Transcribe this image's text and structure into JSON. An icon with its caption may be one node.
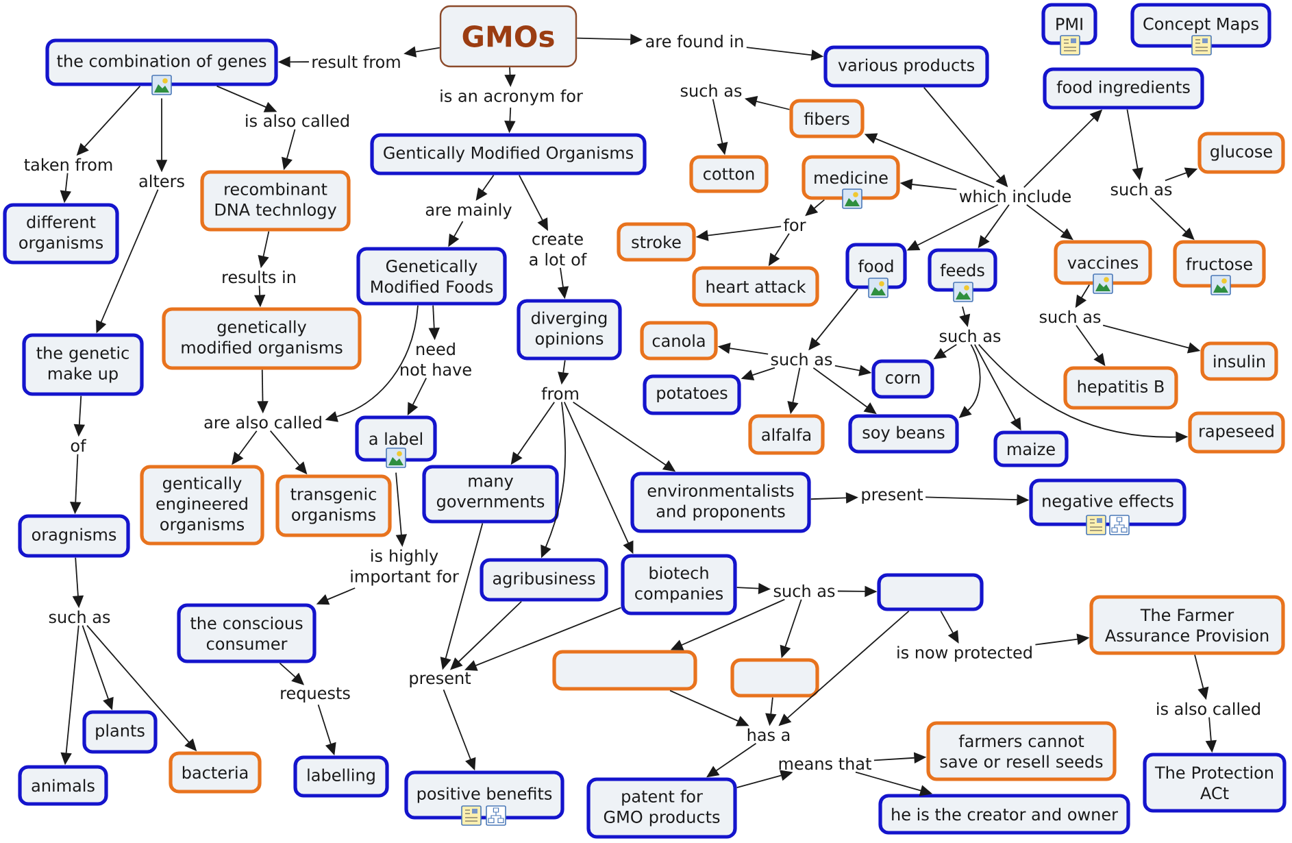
{
  "diagram": {
    "nodes": [
      {
        "text": [
          "PMI"
        ]
      },
      {
        "text": [
          "Concept Maps"
        ]
      },
      {
        "text": [
          "GMOs"
        ]
      },
      {
        "text": [
          "are found in"
        ]
      },
      {
        "text": [
          "the combination of genes"
        ]
      },
      {
        "text": [
          "result from"
        ]
      },
      {
        "text": [
          "various products"
        ]
      },
      {
        "text": [
          "food ingredients"
        ]
      },
      {
        "text": [
          "such as"
        ]
      },
      {
        "text": [
          "is an acronym for"
        ]
      },
      {
        "text": [
          "fibers"
        ]
      },
      {
        "text": [
          "is also called"
        ]
      },
      {
        "text": [
          "glucose"
        ]
      },
      {
        "text": [
          "Gentically Modified Organisms"
        ]
      },
      {
        "text": [
          "taken from"
        ]
      },
      {
        "text": [
          "cotton"
        ]
      },
      {
        "text": [
          "medicine"
        ]
      },
      {
        "text": [
          "alters"
        ]
      },
      {
        "text": [
          "such as"
        ]
      },
      {
        "text": [
          "which include"
        ]
      },
      {
        "text": [
          "recombinant DNA technlogy"
        ]
      },
      {
        "text": [
          "are mainly"
        ]
      },
      {
        "text": [
          "for"
        ]
      },
      {
        "text": [
          "different organisms"
        ]
      },
      {
        "text": [
          "stroke"
        ]
      },
      {
        "text": [
          "create a lot of"
        ]
      },
      {
        "text": [
          "vaccines"
        ]
      },
      {
        "text": [
          "fructose"
        ]
      },
      {
        "text": [
          "food"
        ]
      },
      {
        "text": [
          "feeds"
        ]
      },
      {
        "text": [
          "results in"
        ]
      },
      {
        "text": [
          "Genetically Modified Foods"
        ]
      },
      {
        "text": [
          "heart attack"
        ]
      },
      {
        "text": [
          "such as"
        ]
      },
      {
        "text": [
          "diverging opinions"
        ]
      },
      {
        "text": [
          "such as"
        ]
      },
      {
        "text": [
          "genetically modified organisms"
        ]
      },
      {
        "text": [
          "canola"
        ]
      },
      {
        "text": [
          "need not have"
        ]
      },
      {
        "text": [
          "such as"
        ]
      },
      {
        "text": [
          "insulin"
        ]
      },
      {
        "text": [
          "the genetic make up"
        ]
      },
      {
        "text": [
          "corn"
        ]
      },
      {
        "text": [
          "hepatitis B"
        ]
      },
      {
        "text": [
          "from"
        ]
      },
      {
        "text": [
          "potatoes"
        ]
      },
      {
        "text": [
          "are also called"
        ]
      },
      {
        "text": [
          "rapeseed"
        ]
      },
      {
        "text": [
          "soy beans"
        ]
      },
      {
        "text": [
          "alfalfa"
        ]
      },
      {
        "text": [
          "a label"
        ]
      },
      {
        "text": [
          "of"
        ]
      },
      {
        "text": [
          "maize"
        ]
      },
      {
        "text": [
          "many governments"
        ]
      },
      {
        "text": [
          "present"
        ]
      },
      {
        "text": [
          "negative effects"
        ]
      },
      {
        "text": [
          "environmentalists and proponents"
        ]
      },
      {
        "text": [
          "gentically engineered organisms"
        ]
      },
      {
        "text": [
          "transgenic organisms"
        ]
      },
      {
        "text": [
          "oragnisms"
        ]
      },
      {
        "text": [
          "is highly important for"
        ]
      },
      {
        "text": [
          "agribusiness"
        ]
      },
      {
        "text": [
          "biotech companies"
        ]
      },
      {
        "text": [
          "such as"
        ]
      },
      {
        "text": [],
        "shape": "box"
      },
      {
        "text": [
          "such as"
        ]
      },
      {
        "text": [
          "The Farmer Assurance Provision"
        ]
      },
      {
        "text": [
          "the conscious consumer"
        ]
      },
      {
        "text": [
          "is now protected"
        ]
      },
      {
        "text": [],
        "shape": "box"
      },
      {
        "text": [],
        "shape": "box"
      },
      {
        "text": [
          "present"
        ]
      },
      {
        "text": [
          "requests"
        ]
      },
      {
        "text": [
          "is also called"
        ]
      },
      {
        "text": [
          "plants"
        ]
      },
      {
        "text": [
          "has a"
        ]
      },
      {
        "text": [
          "farmers cannot save or resell seeds"
        ]
      },
      {
        "text": [
          "means that"
        ]
      },
      {
        "text": [
          "bacteria"
        ]
      },
      {
        "text": [
          "labelling"
        ]
      },
      {
        "text": [
          "The Protection ACt"
        ]
      },
      {
        "text": [
          "animals"
        ]
      },
      {
        "text": [
          "positive benefits"
        ]
      },
      {
        "text": [
          "patent for GMO products"
        ]
      },
      {
        "text": [
          "he is the creator and owner"
        ]
      }
    ],
    "edges": [
      {
        "from": 2,
        "to": 5,
        "arrow": "to"
      },
      {
        "from": 5,
        "to": 4,
        "arrow": "to"
      },
      {
        "from": 2,
        "to": 9,
        "arrow": "to"
      },
      {
        "from": 9,
        "to": 13,
        "arrow": "to"
      },
      {
        "from": 2,
        "to": 3,
        "arrow": "to"
      },
      {
        "from": 3,
        "to": 6,
        "arrow": "to"
      },
      {
        "from": 4,
        "to": 14,
        "arrow": "to"
      },
      {
        "from": 14,
        "to": 23,
        "arrow": "to"
      },
      {
        "from": 4,
        "to": 17,
        "arrow": "to"
      },
      {
        "from": 17,
        "to": 41,
        "arrow": "to"
      },
      {
        "from": 4,
        "to": 11,
        "arrow": "to"
      },
      {
        "from": 11,
        "to": 20,
        "arrow": "to"
      },
      {
        "from": 6,
        "to": 19,
        "arrow": "to"
      },
      {
        "from": 19,
        "to": 7,
        "arrow": "to"
      },
      {
        "from": 19,
        "to": 10,
        "arrow": "to"
      },
      {
        "from": 19,
        "to": 16,
        "arrow": "to"
      },
      {
        "from": 19,
        "to": 28,
        "arrow": "to"
      },
      {
        "from": 19,
        "to": 29,
        "arrow": "to"
      },
      {
        "from": 19,
        "to": 26,
        "arrow": "to"
      },
      {
        "from": 10,
        "to": 8,
        "arrow": "to"
      },
      {
        "from": 8,
        "to": 15,
        "arrow": "to"
      },
      {
        "from": 7,
        "to": 18,
        "arrow": "to"
      },
      {
        "from": 18,
        "to": 12,
        "arrow": "to"
      },
      {
        "from": 18,
        "to": 27,
        "arrow": "to"
      },
      {
        "from": 16,
        "to": 22,
        "arrow": "to"
      },
      {
        "from": 22,
        "to": 24,
        "arrow": "to"
      },
      {
        "from": 22,
        "to": 32,
        "arrow": "to"
      },
      {
        "from": 13,
        "to": 21,
        "arrow": "to"
      },
      {
        "from": 21,
        "to": 31,
        "arrow": "to"
      },
      {
        "from": 13,
        "to": 25,
        "arrow": "to"
      },
      {
        "from": 25,
        "to": 34,
        "arrow": "to"
      },
      {
        "from": 20,
        "to": 30,
        "arrow": "to"
      },
      {
        "from": 30,
        "to": 36,
        "arrow": "to"
      },
      {
        "from": 31,
        "to": 38,
        "arrow": "to"
      },
      {
        "from": 38,
        "to": 50,
        "arrow": "to"
      },
      {
        "from": 36,
        "to": 46,
        "arrow": "to"
      },
      {
        "from": 31,
        "to": 46,
        "arrow": "to"
      },
      {
        "from": 46,
        "to": 57,
        "arrow": "to"
      },
      {
        "from": 46,
        "to": 58,
        "arrow": "to"
      },
      {
        "from": 28,
        "to": 39,
        "arrow": "to"
      },
      {
        "from": 39,
        "to": 37,
        "arrow": "to"
      },
      {
        "from": 39,
        "to": 45,
        "arrow": "to"
      },
      {
        "from": 39,
        "to": 42,
        "arrow": "to"
      },
      {
        "from": 39,
        "to": 49,
        "arrow": "to"
      },
      {
        "from": 39,
        "to": 48,
        "arrow": "to"
      },
      {
        "from": 29,
        "to": 35,
        "arrow": "to"
      },
      {
        "from": 35,
        "to": 42,
        "arrow": "to"
      },
      {
        "from": 35,
        "to": 48,
        "arrow": "to"
      },
      {
        "from": 35,
        "to": 52,
        "arrow": "to"
      },
      {
        "from": 35,
        "to": 47,
        "arrow": "to"
      },
      {
        "from": 26,
        "to": 33,
        "arrow": "to"
      },
      {
        "from": 33,
        "to": 43,
        "arrow": "to"
      },
      {
        "from": 33,
        "to": 40,
        "arrow": "to"
      },
      {
        "from": 34,
        "to": 44,
        "arrow": "to"
      },
      {
        "from": 44,
        "to": 53,
        "arrow": "to"
      },
      {
        "from": 44,
        "to": 61,
        "arrow": "to"
      },
      {
        "from": 44,
        "to": 62,
        "arrow": "to"
      },
      {
        "from": 44,
        "to": 56,
        "arrow": "to"
      },
      {
        "from": 41,
        "to": 51,
        "arrow": "to"
      },
      {
        "from": 51,
        "to": 59,
        "arrow": "to"
      },
      {
        "from": 50,
        "to": 60,
        "arrow": "to"
      },
      {
        "from": 60,
        "to": 67,
        "arrow": "to"
      },
      {
        "from": 56,
        "to": 54,
        "arrow": "to"
      },
      {
        "from": 54,
        "to": 55,
        "arrow": "to"
      },
      {
        "from": 59,
        "to": 65,
        "arrow": "to"
      },
      {
        "from": 65,
        "to": 74,
        "arrow": "to"
      },
      {
        "from": 65,
        "to": 81,
        "arrow": "to"
      },
      {
        "from": 65,
        "to": 78,
        "arrow": "to"
      },
      {
        "from": 62,
        "to": 63,
        "arrow": "to"
      },
      {
        "from": 63,
        "to": 64,
        "arrow": "to"
      },
      {
        "from": 63,
        "to": 69,
        "arrow": "to"
      },
      {
        "from": 63,
        "to": 70,
        "arrow": "to"
      },
      {
        "from": 53,
        "to": 71,
        "arrow": "to"
      },
      {
        "from": 61,
        "to": 71,
        "arrow": "to"
      },
      {
        "from": 62,
        "to": 71,
        "arrow": "to"
      },
      {
        "from": 71,
        "to": 82,
        "arrow": "to"
      },
      {
        "from": 64,
        "to": 68,
        "arrow": "to"
      },
      {
        "from": 68,
        "to": 66,
        "arrow": "to"
      },
      {
        "from": 67,
        "to": 72,
        "arrow": "to"
      },
      {
        "from": 72,
        "to": 79,
        "arrow": "to"
      },
      {
        "from": 66,
        "to": 73,
        "arrow": "to"
      },
      {
        "from": 73,
        "to": 80,
        "arrow": "to"
      },
      {
        "from": 69,
        "to": 75,
        "arrow": "to"
      },
      {
        "from": 70,
        "to": 75,
        "arrow": "to"
      },
      {
        "from": 64,
        "to": 75,
        "arrow": "to"
      },
      {
        "from": 75,
        "to": 83,
        "arrow": "to"
      },
      {
        "from": 83,
        "to": 77,
        "arrow": "to"
      },
      {
        "from": 77,
        "to": 76,
        "arrow": "to"
      },
      {
        "from": 77,
        "to": 84,
        "arrow": "to"
      }
    ]
  }
}
